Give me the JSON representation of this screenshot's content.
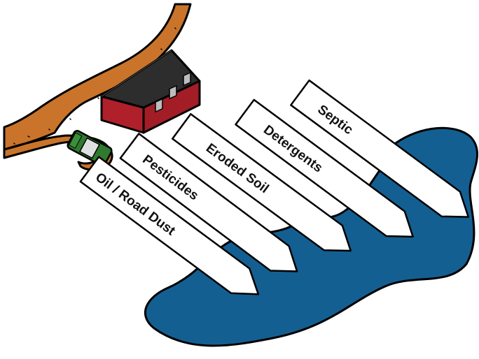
{
  "diagram": {
    "labels": [
      {
        "id": "oil-road-dust",
        "text": "Oil / Road Dust"
      },
      {
        "id": "pesticides",
        "text": "Pesticides"
      },
      {
        "id": "eroded-soil",
        "text": "Eroded Soil"
      },
      {
        "id": "detergents",
        "text": "Detergents"
      },
      {
        "id": "septic",
        "text": "Septic"
      }
    ],
    "colors": {
      "water": "#145f92",
      "road": "#c9742a",
      "house_wall": "#b0202a",
      "roof": "#2d2d2d",
      "car": "#2f7a2f",
      "arrow_fill": "#ffffff",
      "outline": "#000000"
    }
  }
}
